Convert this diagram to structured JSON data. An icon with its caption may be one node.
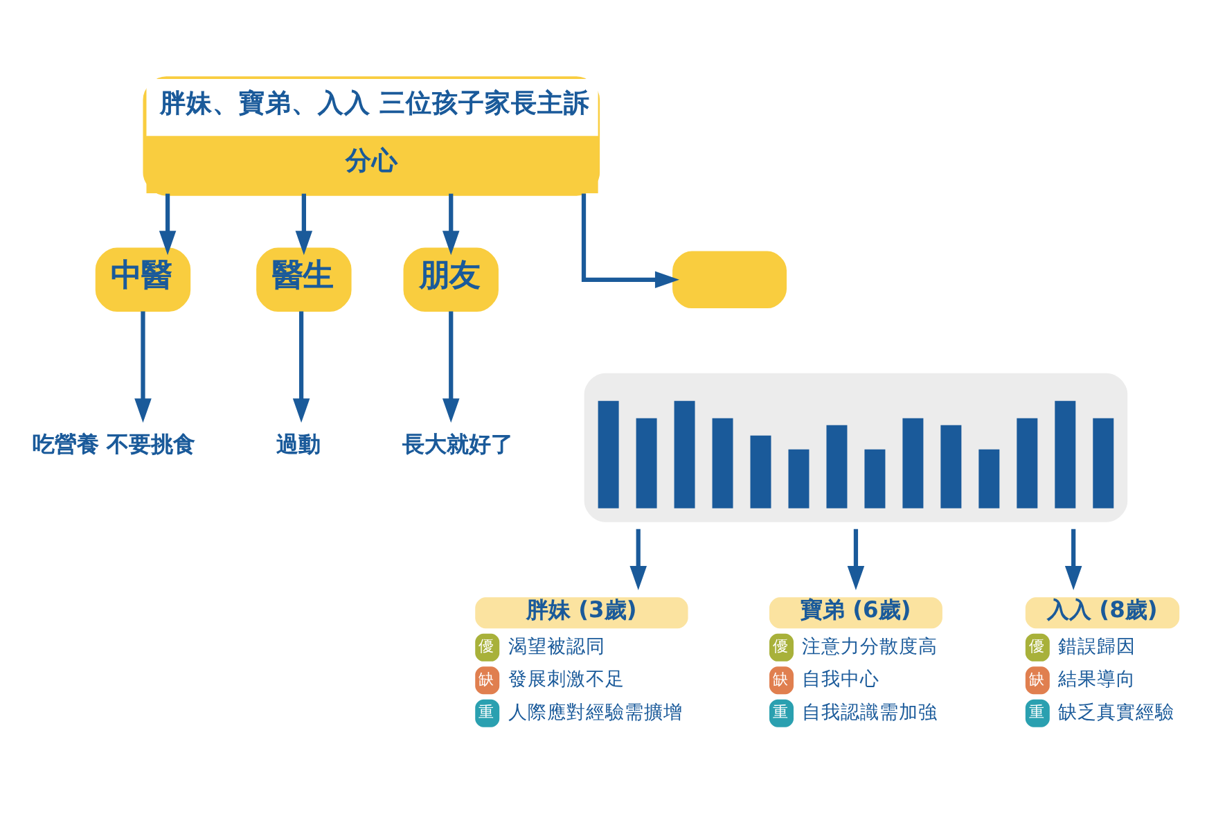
{
  "diagram": {
    "nodes": [
      {
        "text": [
          "胖妹、寶弟、入入 三位孩子家長主訴",
          "分心"
        ]
      },
      {
        "text": [
          "中醫"
        ]
      },
      {
        "text": [
          "醫生"
        ]
      },
      {
        "text": [
          "朋友"
        ]
      },
      {
        "text": [],
        "shape": "box"
      },
      {
        "text": [],
        "shape": "picture"
      },
      {
        "text": [
          "吃營養 不要挑食"
        ]
      },
      {
        "text": [
          "過動"
        ]
      },
      {
        "text": [
          "長大就好了"
        ]
      },
      {
        "text": [
          "胖妹 (3歲)",
          "優",
          "渴望被認同",
          "缺",
          "發展刺激不足",
          "重",
          "人際應對經驗需擴增"
        ]
      },
      {
        "text": [
          "寶弟 (6歲)",
          "優",
          "注意力分散度高",
          "缺",
          "自我中心",
          "重",
          "自我認識需加強"
        ]
      },
      {
        "text": [
          "入入 (8歲)",
          "優",
          "錯誤歸因",
          "缺",
          "結果導向",
          "重",
          "缺乏真實經驗"
        ]
      }
    ],
    "edges": [
      {
        "from": 0,
        "to": 1,
        "arrow": "to"
      },
      {
        "from": 0,
        "to": 2,
        "arrow": "to"
      },
      {
        "from": 0,
        "to": 3,
        "arrow": "to"
      },
      {
        "from": 0,
        "to": 4,
        "arrow": "to"
      },
      {
        "from": 1,
        "to": 6,
        "arrow": "to"
      },
      {
        "from": 2,
        "to": 7,
        "arrow": "to"
      },
      {
        "from": 3,
        "to": 8,
        "arrow": "to"
      },
      {
        "from": 5,
        "to": 9,
        "arrow": "to"
      },
      {
        "from": 5,
        "to": 10,
        "arrow": "to"
      },
      {
        "from": 5,
        "to": 11,
        "arrow": "to"
      }
    ]
  }
}
